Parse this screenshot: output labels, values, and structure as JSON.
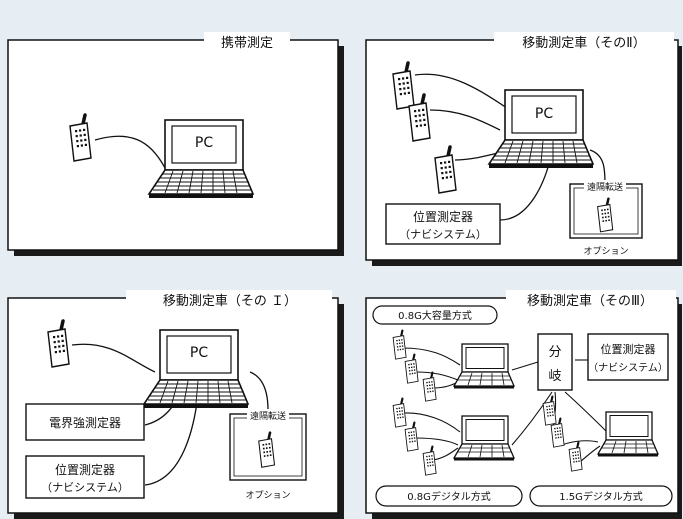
{
  "panels": {
    "portable": {
      "title": "携帯測定",
      "pc_label": "PC"
    },
    "car1": {
      "title": "移動測定車（その Ｉ）",
      "pc_label": "PC",
      "field_meter": "電界強測定器",
      "position_meter_line1": "位置測定器",
      "position_meter_line2": "（ナビシステム）",
      "remote_label": "遠隔転送",
      "option_label": "オプション"
    },
    "car2": {
      "title": "移動測定車（そのⅡ）",
      "pc_label": "PC",
      "position_meter_line1": "位置測定器",
      "position_meter_line2": "（ナビシステム）",
      "remote_label": "遠隔転送",
      "option_label": "オプション"
    },
    "car3": {
      "title": "移動測定車（そのⅢ）",
      "top_pill": "0.8G大容量方式",
      "bottom_left_pill": "0.8Gデジタル方式",
      "bottom_right_pill": "1.5Gデジタル方式",
      "branch_line1": "分",
      "branch_line2": "岐",
      "position_meter_line1": "位置測定器",
      "position_meter_line2": "（ナビシステム）"
    }
  },
  "colors": {
    "background": "#e6eef3",
    "panel": "#ffffff",
    "ink": "#111111",
    "shadow": "#1a1a1a"
  }
}
